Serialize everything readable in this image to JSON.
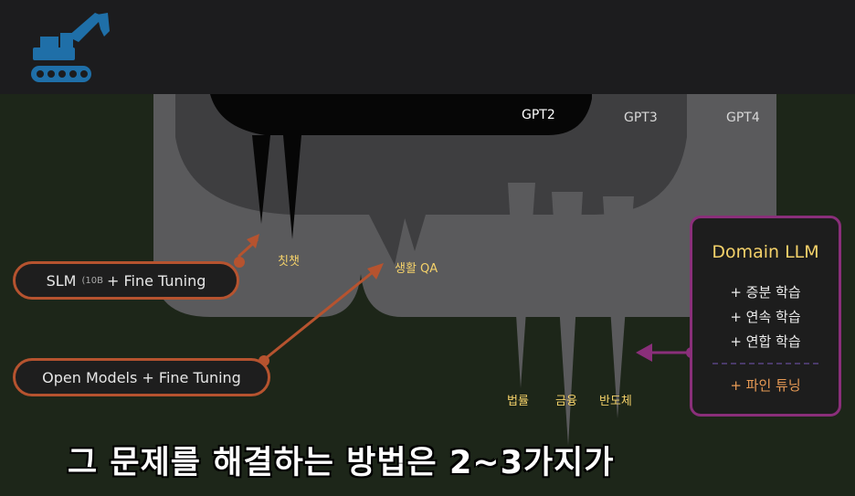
{
  "colors": {
    "accent_orange": "#b6532f",
    "accent_purple": "#8a2f7a",
    "label_gold": "#f5d26a",
    "logo_blue": "#1f6fa8"
  },
  "logo": {
    "icon": "excavator-icon"
  },
  "models": {
    "gpt2": "GPT2",
    "gpt3": "GPT3",
    "gpt4": "GPT4"
  },
  "fields": {
    "chitchat": "칫챗",
    "life_qa": "생활 QA",
    "law": "법률",
    "finance": "금융",
    "semiconductor": "반도체"
  },
  "methods": {
    "slm_main": "SLM",
    "slm_small": "(10B",
    "slm_rest": "+ Fine Tuning",
    "open_models": "Open Models + Fine Tuning"
  },
  "domain_panel": {
    "title": "Domain LLM",
    "items": [
      "+ 증분 학습",
      "+ 연속 학습",
      "+ 연합 학습"
    ],
    "fine_tuning": "+ 파인 튜닝"
  },
  "subtitle": "그 문제를 해결하는 방법은 2~3가지가"
}
